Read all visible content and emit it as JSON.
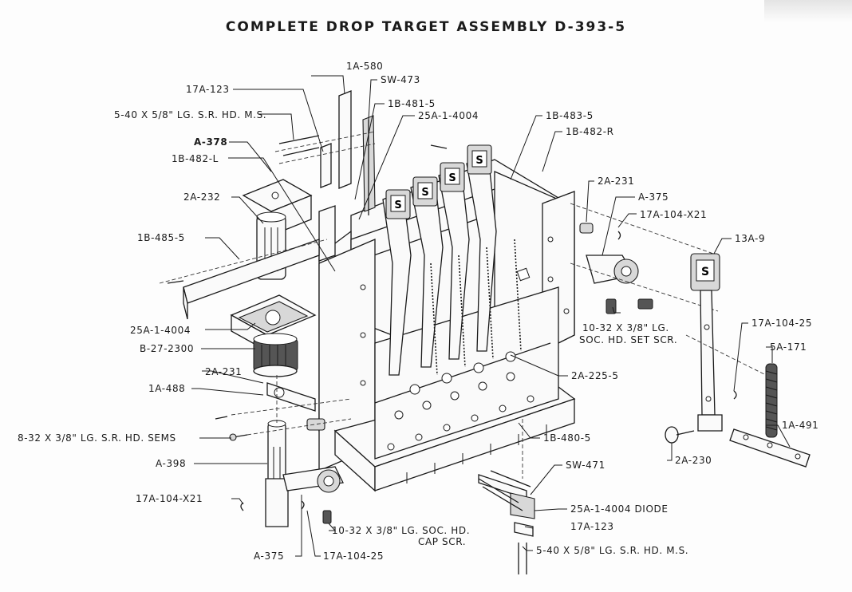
{
  "title": "COMPLETE DROP TARGET ASSEMBLY D-393-5",
  "target_marking": "S",
  "labels": {
    "l_1a580": "1A-580",
    "l_sw473": "SW-473",
    "l_17a123_top": "17A-123",
    "l_1b481": "1B-481-5",
    "l_screw_top": "5-40 X 5/8\" LG. S.R. HD. M.S.",
    "l_25a_top": "25A-1-4004",
    "l_1b483": "1B-483-5",
    "l_a378": "A-378",
    "l_1b482r": "1B-482-R",
    "l_1b482l": "1B-482-L",
    "l_2a231_right": "2A-231",
    "l_2a232": "2A-232",
    "l_a375_right": "A-375",
    "l_17a104x21_right": "17A-104-X21",
    "l_13a9": "13A-9",
    "l_1b485": "1B-485-5",
    "l_setscr_1": "10-32 X 3/8\" LG.",
    "l_setscr_2": "SOC. HD. SET SCR.",
    "l_17a10425_right": "17A-104-25",
    "l_25a_left": "25A-1-4004",
    "l_5a171": "5A-171",
    "l_b27": "B-27-2300",
    "l_2a2255": "2A-225-5",
    "l_2a231_left": "2A-231",
    "l_1a488": "1A-488",
    "l_1a491": "1A-491",
    "l_sems": "8-32 X 3/8\" LG. S.R. HD. SEMS",
    "l_1b480": "1B-480-5",
    "l_2a230": "2A-230",
    "l_a398": "A-398",
    "l_sw471": "SW-471",
    "l_17a104x21_left": "17A-104-X21",
    "l_diode": "25A-1-4004  DIODE",
    "l_17a123_bot": "17A-123",
    "l_capscr_1": "10-32 X 3/8\" LG. SOC. HD.",
    "l_capscr_2": "CAP SCR.",
    "l_screw_bot": "5-40 X 5/8\" LG. S.R. HD. M.S.",
    "l_a375_left": "A-375",
    "l_17a10425_left": "17A-104-25"
  }
}
